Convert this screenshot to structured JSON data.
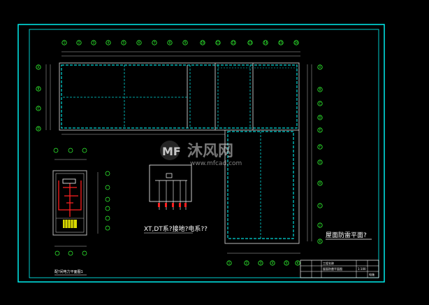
{
  "drawing": {
    "roof_plan_title": "屋面防雷平面?",
    "system_diagram_title": "XT,DT系?接地?电系??",
    "room_plan_title": "配?间电力平面图1",
    "watermark_text": "沐风网",
    "watermark_url": "www.mfcad.com",
    "watermark_logo_letter": "MF"
  },
  "colors": {
    "background": "#000000",
    "frame": "#00ffff",
    "grid_bubble": "#33ff33",
    "wall": "#b8b8b8",
    "lightning_conductor": "#00d7d7",
    "text": "#ffffff",
    "power_wiring": "#ff2020",
    "equipment": "#ffff00"
  },
  "axes": {
    "top": [
      "1",
      "2",
      "3",
      "4",
      "5",
      "6",
      "7",
      "8",
      "9",
      "10",
      "11",
      "12",
      "13",
      "14",
      "15",
      "16"
    ],
    "bottom": [
      "1",
      "2",
      "3",
      "4",
      "5",
      "6"
    ],
    "left": [
      "A",
      "B",
      "C",
      "D"
    ],
    "right": [
      "A",
      "B",
      "C",
      "D",
      "E",
      "F",
      "G",
      "H",
      "I",
      "J",
      "K"
    ]
  },
  "title_block": {
    "project": "工程名称",
    "drawing_name": "屋面防雷平面图",
    "scale": "1:100",
    "sheet": "电施"
  }
}
